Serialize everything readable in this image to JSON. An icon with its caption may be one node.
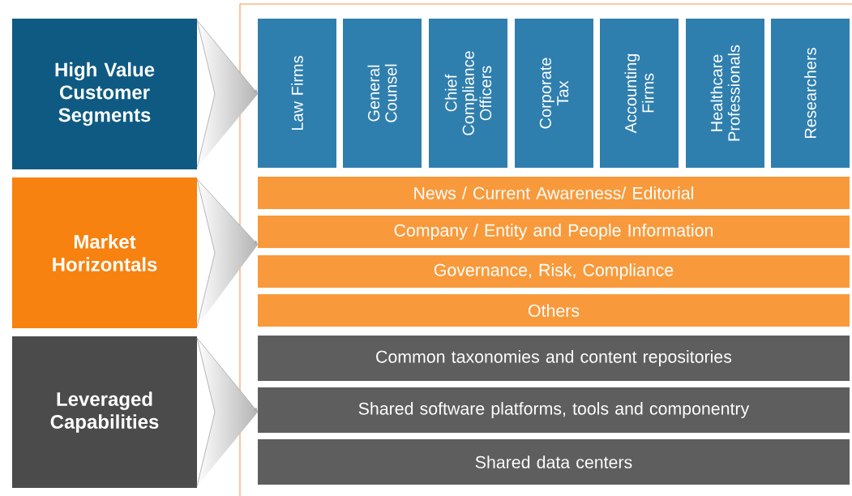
{
  "diagram": {
    "nodes": [
      {
        "text": [
          "High Value Customer Segments"
        ]
      },
      {
        "text": [
          "Market Horizontals"
        ]
      },
      {
        "text": [
          "Leveraged Capabilities"
        ]
      },
      {
        "text": [
          "Law Firms"
        ]
      },
      {
        "text": [
          "General Counsel"
        ]
      },
      {
        "text": [
          "Chief Compliance Officers"
        ]
      },
      {
        "text": [
          "Corporate Tax"
        ]
      },
      {
        "text": [
          "Accounting Firms"
        ]
      },
      {
        "text": [
          "Healthcare Professionals"
        ]
      },
      {
        "text": [
          "Researchers"
        ]
      },
      {
        "text": [
          "News / Current Awareness/ Editorial"
        ]
      },
      {
        "text": [
          "Company / Entity and People Information"
        ]
      },
      {
        "text": [
          "Governance, Risk, Compliance"
        ]
      },
      {
        "text": [
          "Others"
        ]
      },
      {
        "text": [
          "Common taxonomies and content repositories"
        ]
      },
      {
        "text": [
          "Shared software platforms, tools and componentry"
        ]
      },
      {
        "text": [
          "Shared data centers"
        ]
      }
    ],
    "edges": [
      {
        "from": 0,
        "to": 3,
        "arrow": "to"
      },
      {
        "from": 1,
        "to": 11,
        "arrow": "to"
      },
      {
        "from": 2,
        "to": 15,
        "arrow": "to"
      }
    ]
  }
}
